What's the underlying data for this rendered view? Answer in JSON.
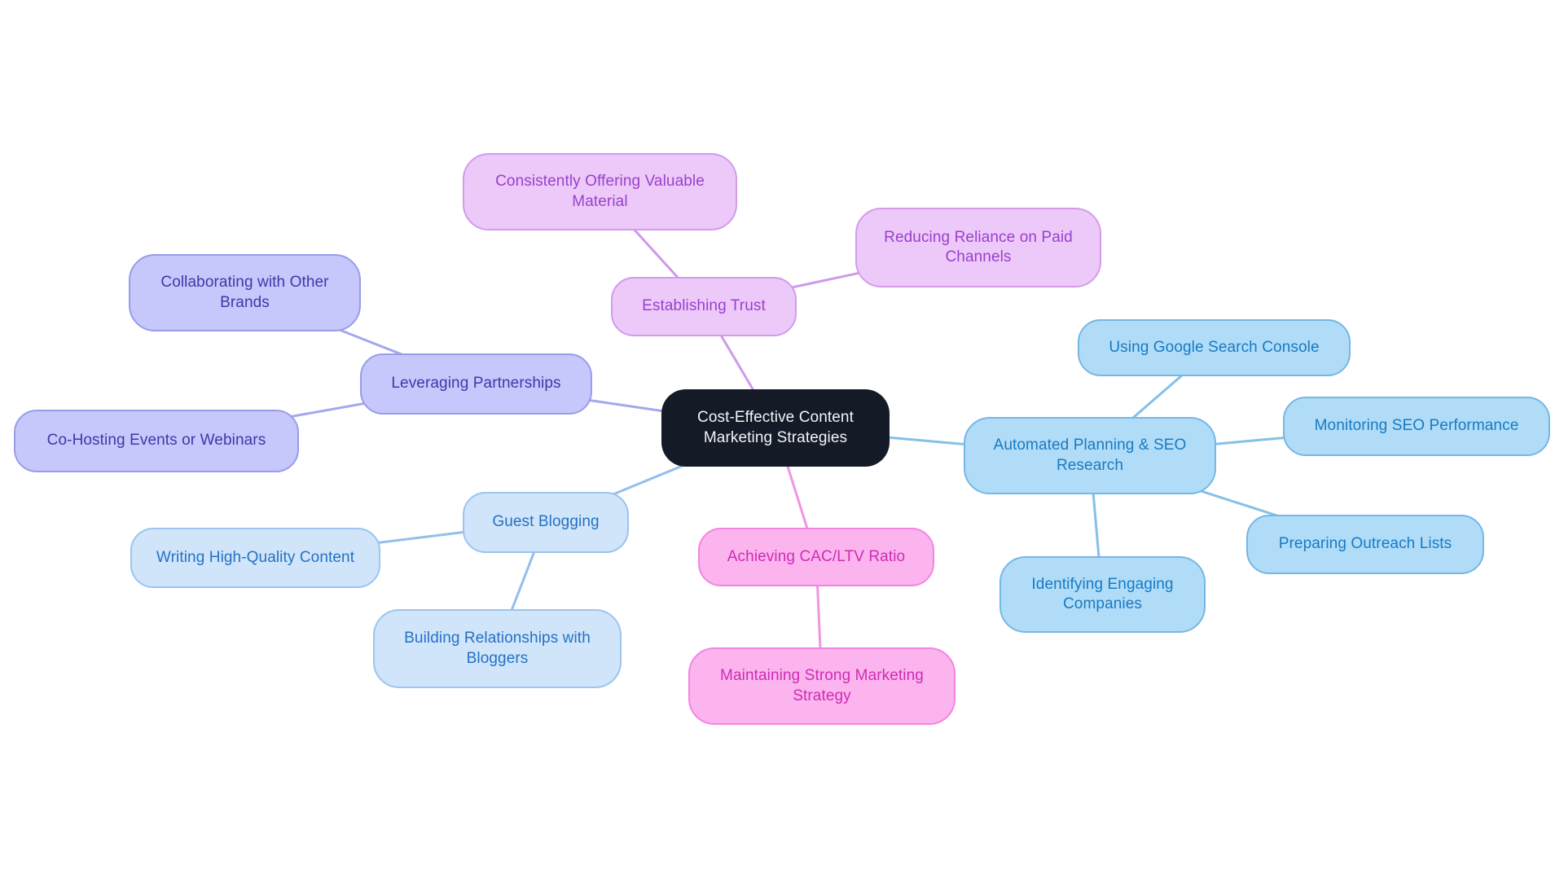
{
  "diagram": {
    "type": "mindmap",
    "background_color": "#ffffff",
    "central": {
      "label": "Cost-Effective Content Marketing Strategies",
      "fill": "#141a26",
      "text_color": "#f2f4f7"
    },
    "branches": [
      {
        "label": "Establishing Trust",
        "fill": "#ecc9f9",
        "border": "#d29ceb",
        "text_color": "#9b3fce",
        "line_color": "#cf9ae9",
        "children": [
          {
            "label": "Consistently Offering Valuable Material"
          },
          {
            "label": "Reducing Reliance on Paid Channels"
          }
        ]
      },
      {
        "label": "Leveraging Partnerships",
        "fill": "#c6c7fa",
        "border": "#989de9",
        "text_color": "#3c39ab",
        "line_color": "#a3a7ee",
        "children": [
          {
            "label": "Collaborating with Other Brands"
          },
          {
            "label": "Co-Hosting Events or Webinars"
          }
        ]
      },
      {
        "label": "Guest Blogging",
        "fill": "#d0e4fa",
        "border": "#9cc5ef",
        "text_color": "#2472c4",
        "line_color": "#92bfec",
        "children": [
          {
            "label": "Writing High-Quality Content"
          },
          {
            "label": "Building Relationships with Bloggers"
          }
        ]
      },
      {
        "label": "Achieving CAC/LTV Ratio",
        "fill": "#fbb4ee",
        "border": "#f285e2",
        "text_color": "#cf2db3",
        "line_color": "#f095e0",
        "children": [
          {
            "label": "Maintaining Strong Marketing Strategy"
          }
        ]
      },
      {
        "label": "Automated Planning & SEO Research",
        "fill": "#b0dcf8",
        "border": "#76b7e4",
        "text_color": "#187ac2",
        "line_color": "#84c0e8",
        "children": [
          {
            "label": "Using Google Search Console"
          },
          {
            "label": "Monitoring SEO Performance"
          },
          {
            "label": "Preparing Outreach Lists"
          },
          {
            "label": "Identifying Engaging Companies"
          }
        ]
      }
    ]
  }
}
